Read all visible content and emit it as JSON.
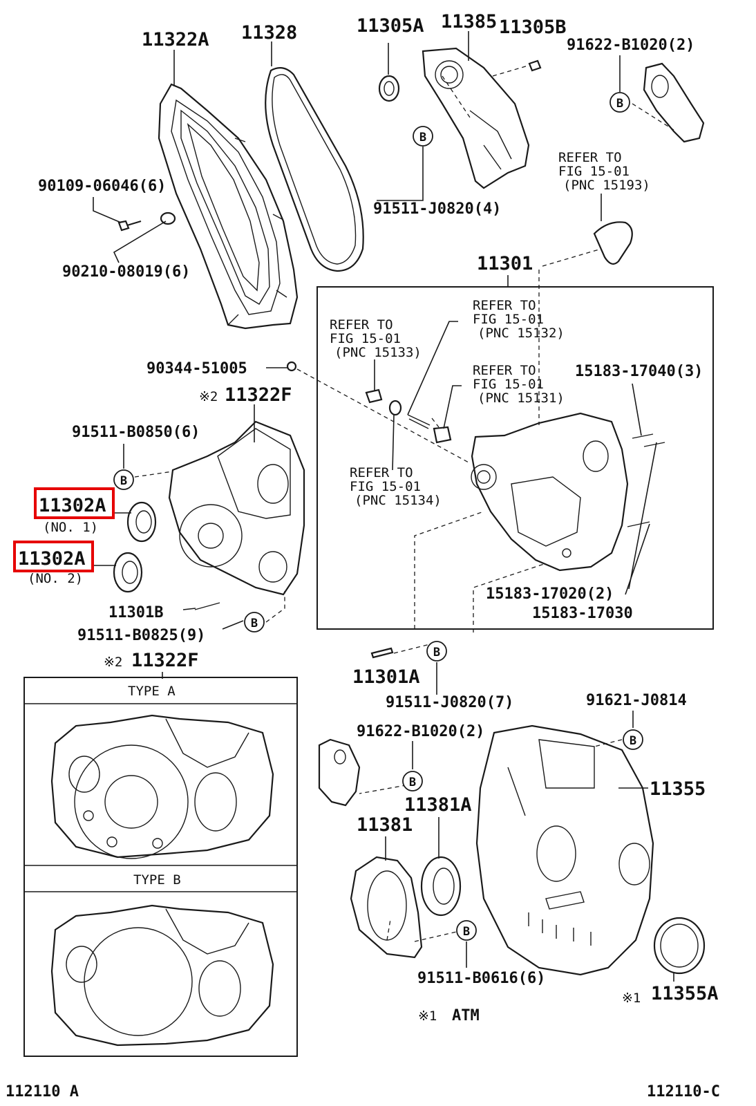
{
  "labels": {
    "p11322A": "11322A",
    "p11328": "11328",
    "p11305A": "11305A",
    "p11385": "11385",
    "p11305B": "11305B",
    "p91622_top": "91622-B1020(2)",
    "p90109": "90109-06046(6)",
    "p90210": "90210-08019(6)",
    "p91511_j0820_4": "91511-J0820(4)",
    "refer_15193_l1": "REFER TO",
    "refer_15193_l2": "FIG 15-01",
    "refer_15193_l3": "(PNC 15193)",
    "p11301": "11301",
    "refer_15133_l1": "REFER TO",
    "refer_15133_l2": "FIG 15-01",
    "refer_15133_l3": "(PNC 15133)",
    "refer_15132_l1": "REFER TO",
    "refer_15132_l2": "FIG 15-01",
    "refer_15132_l3": "(PNC 15132)",
    "p90344": "90344-51005",
    "refer_15131_l1": "REFER TO",
    "refer_15131_l2": "FIG 15-01",
    "refer_15131_l3": "(PNC 15131)",
    "p15183_17040": "15183-17040(3)",
    "p11322F_mark": "※2",
    "p11322F": "11322F",
    "p91511_b0850": "91511-B0850(6)",
    "refer_15134_l1": "REFER TO",
    "refer_15134_l2": "FIG 15-01",
    "refer_15134_l3": "(PNC 15134)",
    "p11302A_1": "11302A",
    "p11302A_1_sub": "(NO. 1)",
    "p11302A_2": "11302A",
    "p11302A_2_sub": "(NO. 2)",
    "p15183_17020": "15183-17020(2)",
    "p15183_17030": "15183-17030",
    "p11301B": "11301B",
    "p91511_b0825": "91511-B0825(9)",
    "p11322F_b_mark": "※2",
    "p11322F_b": "11322F",
    "p11301A": "11301A",
    "p91511_j0820_7": "91511-J0820(7)",
    "p91621": "91621-J0814",
    "p91622_bottom": "91622-B1020(2)",
    "p11355": "11355",
    "p11381A": "11381A",
    "p11381": "11381",
    "p91511_b0616": "91511-B0616(6)",
    "p11355A_mark": "※1",
    "p11355A": "11355A",
    "note_atm_mark": "※1",
    "note_atm": "ATM",
    "type_a": "TYPE A",
    "type_b": "TYPE B",
    "fig_code_left": "112110 A",
    "fig_code_right": "112110-C",
    "callout_b": "B"
  },
  "highlight_color": "#e60000"
}
